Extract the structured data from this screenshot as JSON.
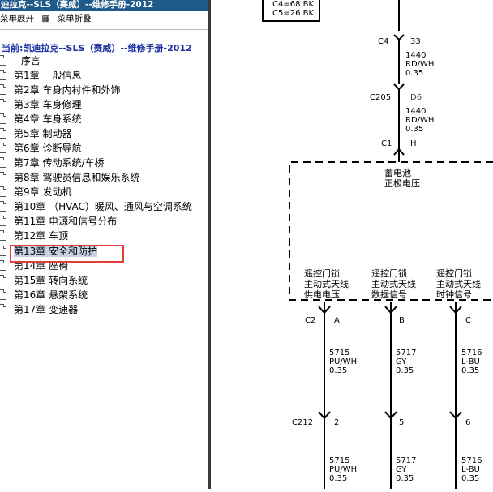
{
  "left": {
    "title": "迪拉克--SLS（赛威）--维修手册-2012",
    "menu": {
      "expand": "菜单展开",
      "collapse": "菜单折叠",
      "collapse_icon": "grid-icon"
    },
    "current": "当前:凯迪拉克--SLS（赛威）--维修手册-2012",
    "items": [
      "序言",
      "第1章 一般信息",
      "第2章 车身内衬件和外饰",
      "第3章 车身修理",
      "第4章 车身系统",
      "第5章 制动器",
      "第6章 诊断导航",
      "第7章 传动系统/车桥",
      "第8章 驾驶员信息和娱乐系统",
      "第9章 发动机",
      "第10章 （HVAC）暖风、通风与空调系统",
      "第11章 电源和信号分布",
      "第12章 车顶",
      "第13章 安全和防护",
      "第14章 座椅",
      "第15章 转向系统",
      "第16章 悬架系统",
      "第17章 变速器"
    ],
    "selected_index": 13,
    "item_icon": "document-icon"
  },
  "diagram": {
    "topbox": [
      "C4=68 BK",
      "C5=26 BK"
    ],
    "connectors": [
      {
        "name": "C4",
        "pin": "33"
      },
      {
        "name": "C205",
        "pin": "D6"
      },
      {
        "name": "C1",
        "pin": "H"
      }
    ],
    "wire_top1": [
      "1440",
      "RD/WH",
      "0.35"
    ],
    "wire_top2": [
      "1440",
      "RD/WH",
      "0.35"
    ],
    "battery": [
      "蓄电池",
      "正极电压"
    ],
    "modules": [
      [
        "遥控门锁",
        "主动式天线",
        "供电电压"
      ],
      [
        "遥控门锁",
        "主动式天线",
        "数据信号"
      ],
      [
        "遥控门锁",
        "主动式天线",
        "时钟信号"
      ]
    ],
    "c2": {
      "name": "C2",
      "pins": [
        "A",
        "B",
        "C"
      ]
    },
    "wires_mid": [
      [
        "5715",
        "PU/WH",
        "0.35"
      ],
      [
        "5717",
        "GY",
        "0.35"
      ],
      [
        "5716",
        "L-BU",
        "0.35"
      ]
    ],
    "c212": {
      "name": "C212",
      "pins": [
        "2",
        "5",
        "6"
      ]
    },
    "wires_bot": [
      [
        "5715",
        "PU/WH",
        "0.35"
      ],
      [
        "5717",
        "GY",
        "0.35"
      ],
      [
        "5716",
        "L-BU",
        "0.35"
      ]
    ]
  }
}
